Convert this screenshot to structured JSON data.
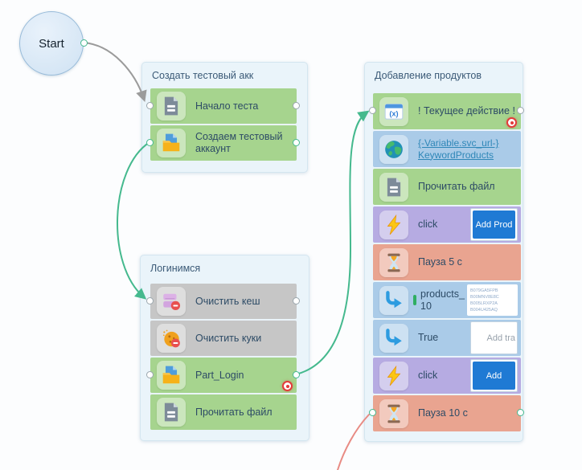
{
  "start_node": {
    "label": "Start"
  },
  "groups": [
    {
      "title": "Создать тестовый акк",
      "blocks": [
        {
          "color": "green",
          "icon": "document-icon",
          "label": "Начало теста"
        },
        {
          "color": "green",
          "icon": "files-icon",
          "label": "Создаем тестовый аккаунт"
        }
      ]
    },
    {
      "title": "Логинимся",
      "blocks": [
        {
          "color": "gray",
          "icon": "cache-clear-icon",
          "label": "Очистить кеш"
        },
        {
          "color": "gray",
          "icon": "cookie-clear-icon",
          "label": "Очистить куки"
        },
        {
          "color": "green",
          "icon": "files-icon",
          "label": "Part_Login",
          "breakpoint": true
        },
        {
          "color": "green",
          "icon": "document-icon",
          "label": "Прочитать файл"
        }
      ]
    },
    {
      "title": "Добавление продуктов",
      "blocks": [
        {
          "color": "green",
          "icon": "variable-window-icon",
          "label": "! Текущее действие !",
          "breakpoint": true
        },
        {
          "color": "blue",
          "icon": "globe-icon",
          "link_lines": [
            "{-Variable.svc_url-}",
            "KeywordProducts"
          ]
        },
        {
          "color": "green",
          "icon": "document-icon",
          "label": "Прочитать файл"
        },
        {
          "color": "purple",
          "icon": "lightning-icon",
          "label": "click",
          "button": "Add Prod"
        },
        {
          "color": "salmon",
          "icon": "hourglass-icon",
          "label": "Пауза 5 с"
        },
        {
          "color": "blue",
          "icon": "bent-arrow-icon",
          "label": "products_\n10",
          "varbar": true,
          "codes": [
            "B079GA5FPB",
            "B00MNV8E8C",
            "B005LRXP2A",
            "B004U425AQ"
          ]
        },
        {
          "color": "blue",
          "icon": "bent-arrow-icon",
          "label": "True",
          "note": "Add tra"
        },
        {
          "color": "purple",
          "icon": "lightning-icon",
          "label": "click",
          "button": "Add"
        },
        {
          "color": "salmon",
          "icon": "hourglass-icon",
          "label": "Пауза 10 с"
        }
      ]
    }
  ],
  "palette": {
    "green_block": "#a6d48e",
    "gray_block": "#c6c6c6",
    "blue_block": "#aacbe8",
    "purple_block": "#b6abe2",
    "salmon_block": "#e9a490",
    "group_bg": "#eaf4fa",
    "edge_gray": "#9b9b9b",
    "edge_green": "#45b98e",
    "edge_red": "#e88b84",
    "port_green": "#45b98e",
    "port_gray": "#9aa6ad",
    "button_blue": "#1f7ad4",
    "link_blue": "#2f87b8",
    "breakpoint_red": "#e23b3b"
  }
}
